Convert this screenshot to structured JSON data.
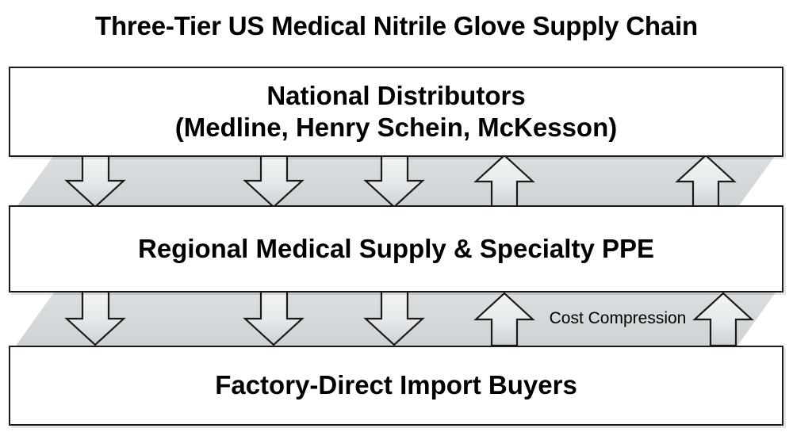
{
  "diagram": {
    "title": "Three-Tier US Medical Nitrile Glove Supply Chain",
    "type": "tiered-flow-diagram",
    "colors": {
      "band_fill": "#d4d8da",
      "band_fill_light": "#e2e6e8",
      "box_fill": "#ffffff",
      "stroke": "#1a1a1a",
      "text": "#000000",
      "arrow_fill_top": "#eef1f2",
      "arrow_fill_bottom": "#c9ced1"
    },
    "tiers": [
      {
        "id": "tier-1",
        "name": "national-distributors",
        "lines": [
          "National Distributors",
          "(Medline, Henry Schein, McKesson)"
        ]
      },
      {
        "id": "tier-2",
        "name": "regional-medical-supply",
        "lines": [
          "Regional Medical Supply & Specialty PPE"
        ]
      },
      {
        "id": "tier-3",
        "name": "factory-direct-import-buyers",
        "lines": [
          "Factory-Direct Import Buyers"
        ]
      }
    ],
    "bands": [
      {
        "id": "band-1",
        "name": "tier1-to-tier2-flow",
        "label": "",
        "down_arrows": 3,
        "up_arrows": 2
      },
      {
        "id": "band-2",
        "name": "tier2-to-tier3-flow",
        "label": "Cost Compression",
        "down_arrows": 3,
        "up_arrows": 2
      }
    ]
  }
}
